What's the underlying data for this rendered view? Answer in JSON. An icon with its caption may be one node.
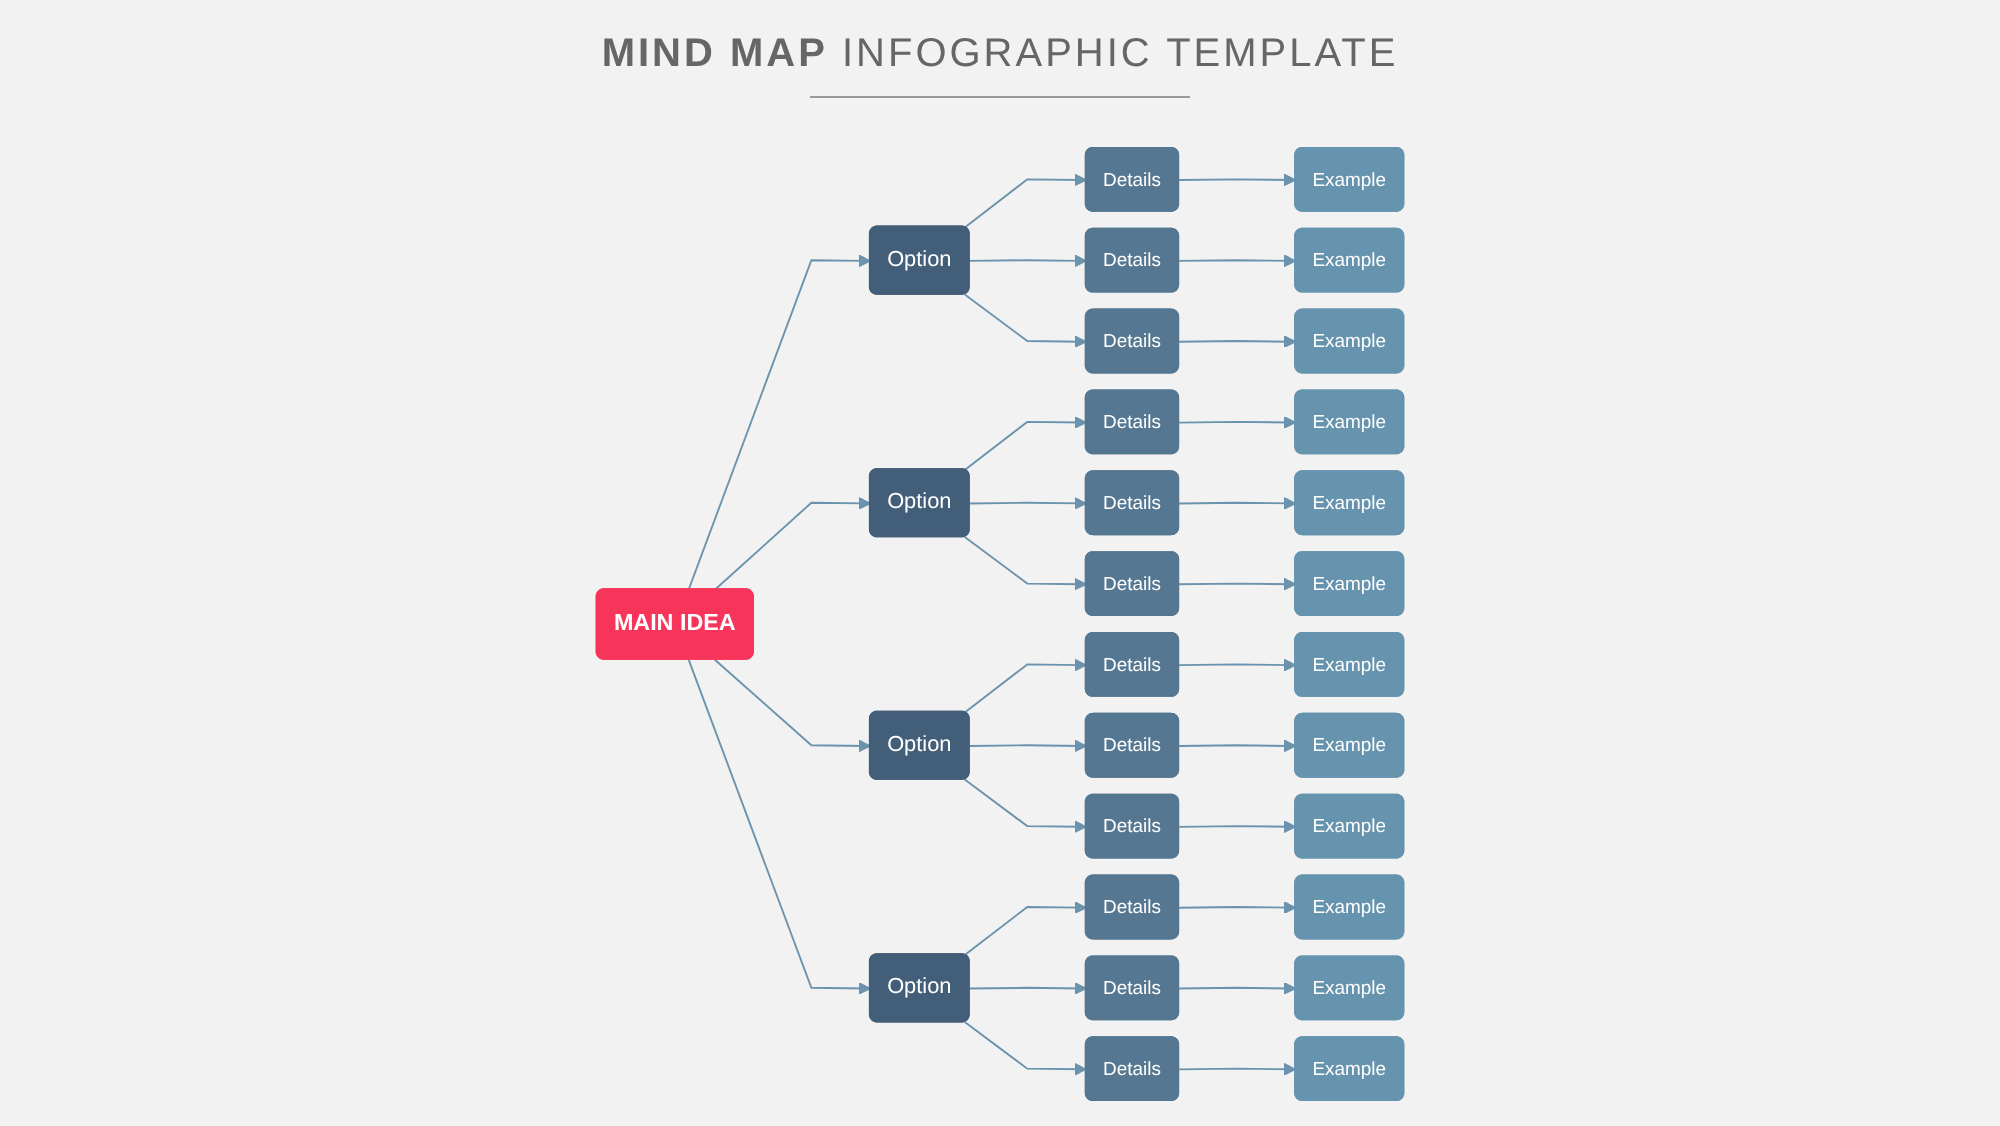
{
  "diagram": {
    "title": "**MIND MAP** INFOGRAPHIC TEMPLATE",
    "nodes": [
      {
        "text": [
          "MAIN IDEA"
        ]
      },
      {
        "text": [
          "Option"
        ]
      },
      {
        "text": [
          "Option"
        ]
      },
      {
        "text": [
          "Option"
        ]
      },
      {
        "text": [
          "Option"
        ]
      },
      {
        "text": [
          "Details"
        ]
      },
      {
        "text": [
          "Details"
        ]
      },
      {
        "text": [
          "Details"
        ]
      },
      {
        "text": [
          "Example"
        ]
      },
      {
        "text": [
          "Example"
        ]
      },
      {
        "text": [
          "Example"
        ]
      },
      {
        "text": [
          "Details"
        ]
      },
      {
        "text": [
          "Details"
        ]
      },
      {
        "text": [
          "Details"
        ]
      },
      {
        "text": [
          "Example"
        ]
      },
      {
        "text": [
          "Example"
        ]
      },
      {
        "text": [
          "Example"
        ]
      },
      {
        "text": [
          "Details"
        ]
      },
      {
        "text": [
          "Details"
        ]
      },
      {
        "text": [
          "Details"
        ]
      },
      {
        "text": [
          "Example"
        ]
      },
      {
        "text": [
          "Example"
        ]
      },
      {
        "text": [
          "Example"
        ]
      },
      {
        "text": [
          "Details"
        ]
      },
      {
        "text": [
          "Details"
        ]
      },
      {
        "text": [
          "Details"
        ]
      },
      {
        "text": [
          "Example"
        ]
      },
      {
        "text": [
          "Example"
        ]
      },
      {
        "text": [
          "Example"
        ]
      }
    ],
    "edges": [
      {
        "from": 0,
        "to": 1,
        "arrow": "to"
      },
      {
        "from": 0,
        "to": 2,
        "arrow": "to"
      },
      {
        "from": 0,
        "to": 3,
        "arrow": "to"
      },
      {
        "from": 0,
        "to": 4,
        "arrow": "to"
      },
      {
        "from": 1,
        "to": 5,
        "arrow": "to"
      },
      {
        "from": 1,
        "to": 6,
        "arrow": "to"
      },
      {
        "from": 1,
        "to": 7,
        "arrow": "to"
      },
      {
        "from": 5,
        "to": 8,
        "arrow": "to"
      },
      {
        "from": 6,
        "to": 9,
        "arrow": "to"
      },
      {
        "from": 7,
        "to": 10,
        "arrow": "to"
      },
      {
        "from": 2,
        "to": 11,
        "arrow": "to"
      },
      {
        "from": 2,
        "to": 12,
        "arrow": "to"
      },
      {
        "from": 2,
        "to": 13,
        "arrow": "to"
      },
      {
        "from": 11,
        "to": 14,
        "arrow": "to"
      },
      {
        "from": 12,
        "to": 15,
        "arrow": "to"
      },
      {
        "from": 13,
        "to": 16,
        "arrow": "to"
      },
      {
        "from": 3,
        "to": 17,
        "arrow": "to"
      },
      {
        "from": 3,
        "to": 18,
        "arrow": "to"
      },
      {
        "from": 3,
        "to": 19,
        "arrow": "to"
      },
      {
        "from": 17,
        "to": 20,
        "arrow": "to"
      },
      {
        "from": 18,
        "to": 21,
        "arrow": "to"
      },
      {
        "from": 19,
        "to": 22,
        "arrow": "to"
      },
      {
        "from": 4,
        "to": 23,
        "arrow": "to"
      },
      {
        "from": 4,
        "to": 24,
        "arrow": "to"
      },
      {
        "from": 4,
        "to": 25,
        "arrow": "to"
      },
      {
        "from": 23,
        "to": 26,
        "arrow": "to"
      },
      {
        "from": 24,
        "to": 27,
        "arrow": "to"
      },
      {
        "from": 25,
        "to": 28,
        "arrow": "to"
      }
    ]
  }
}
